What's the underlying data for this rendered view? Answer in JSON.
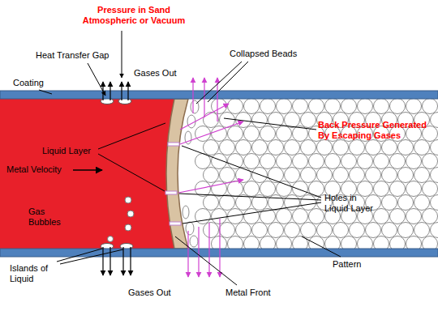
{
  "diagram": {
    "labels": [
      "Pressure in Sand Atmospheric or Vacuum",
      "Heat Transfer Gap",
      "Gases Out",
      "Coating",
      "Collapsed Beads",
      "Back Pressure Generated By Escaping Gases",
      "Liquid Layer",
      "Metal Velocity",
      "Holes in Liquid Layer",
      "Gas Bubbles",
      "Islands of Liquid",
      "Gases Out",
      "Metal Front",
      "Pattern"
    ]
  }
}
